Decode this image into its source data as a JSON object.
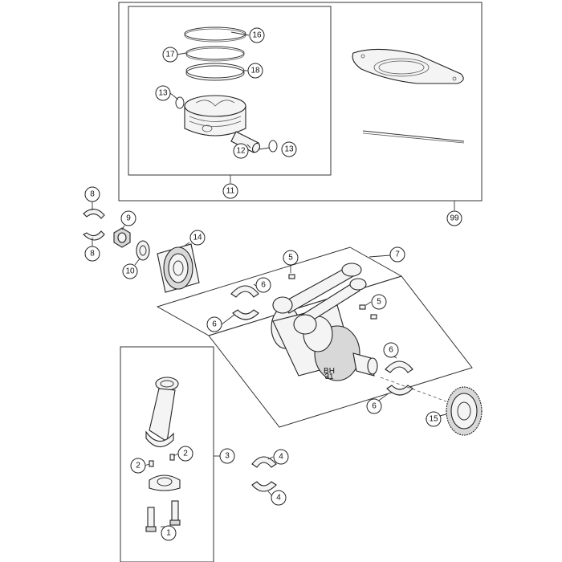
{
  "callouts": {
    "c16": "16",
    "c17": "17",
    "c18": "18",
    "c13a": "13",
    "c12": "12",
    "c13b": "13",
    "c11": "11",
    "c99": "99",
    "c8a": "8",
    "c9": "9",
    "c8b": "8",
    "c10": "10",
    "c14": "14",
    "c5a": "5",
    "c7": "7",
    "c6a": "6",
    "c5b": "5",
    "c6b": "6",
    "c6c": "6",
    "c6d": "6",
    "c15": "15",
    "c2a": "2",
    "c2b": "2",
    "c3": "3",
    "c4a": "4",
    "c4b": "4",
    "c1": "1"
  },
  "crank_stamp": "BH\n31"
}
